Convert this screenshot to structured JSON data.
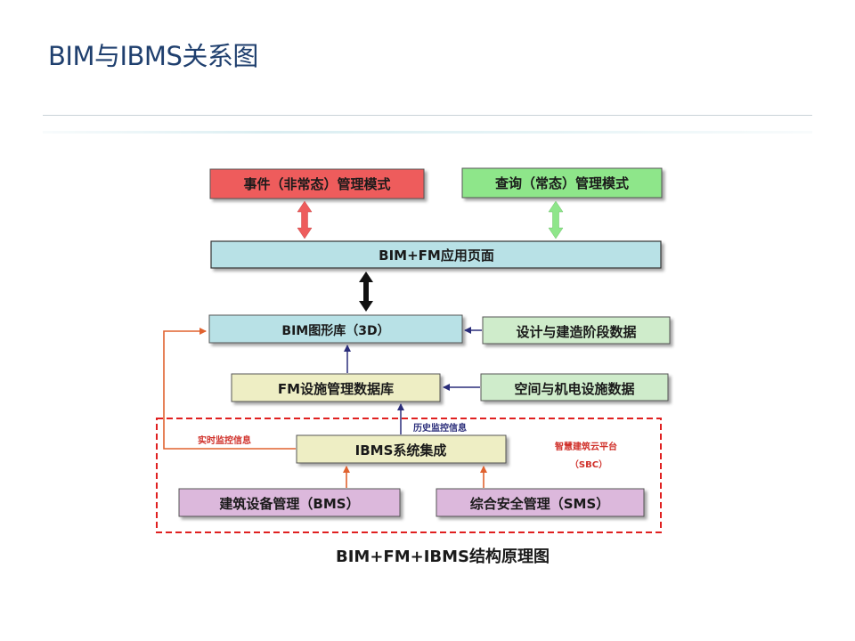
{
  "title": "BIM与IBMS关系图",
  "diagram": {
    "nodes": {
      "event_mode": "事件（非常态）管理模式",
      "query_mode": "查询（常态）管理模式",
      "app_page": "BIM+FM应用页面",
      "bim_library": "BIM图形库（3D）",
      "design_data": "设计与建造阶段数据",
      "fm_database": "FM设施管理数据库",
      "space_data": "空间与机电设施数据",
      "ibms": "IBMS系统集成",
      "bms": "建筑设备管理（BMS）",
      "sms": "综合安全管理（SMS）"
    },
    "labels": {
      "realtime": "实时监控信息",
      "history": "历史监控信息",
      "platform_line1": "智慧建筑云平台",
      "platform_line2": "（SBC）"
    },
    "caption": "BIM+FM+IBMS结构原理图",
    "colors": {
      "event_fill": "#ee5c5c",
      "query_fill": "#8ee68a",
      "app_fill": "#b8e1e6",
      "library_fill": "#b8e1e6",
      "data_fill": "#cfeccb",
      "fm_fill": "#eeeec4",
      "ibms_fill": "#eeeec4",
      "sub_fill": "#dcb8dc",
      "red_arrow": "#ee5c5c",
      "green_arrow": "#8ee68a",
      "orange_arrow": "#e0622f",
      "navy_arrow": "#2a2d7a",
      "dashed_border": "#e02020"
    }
  }
}
